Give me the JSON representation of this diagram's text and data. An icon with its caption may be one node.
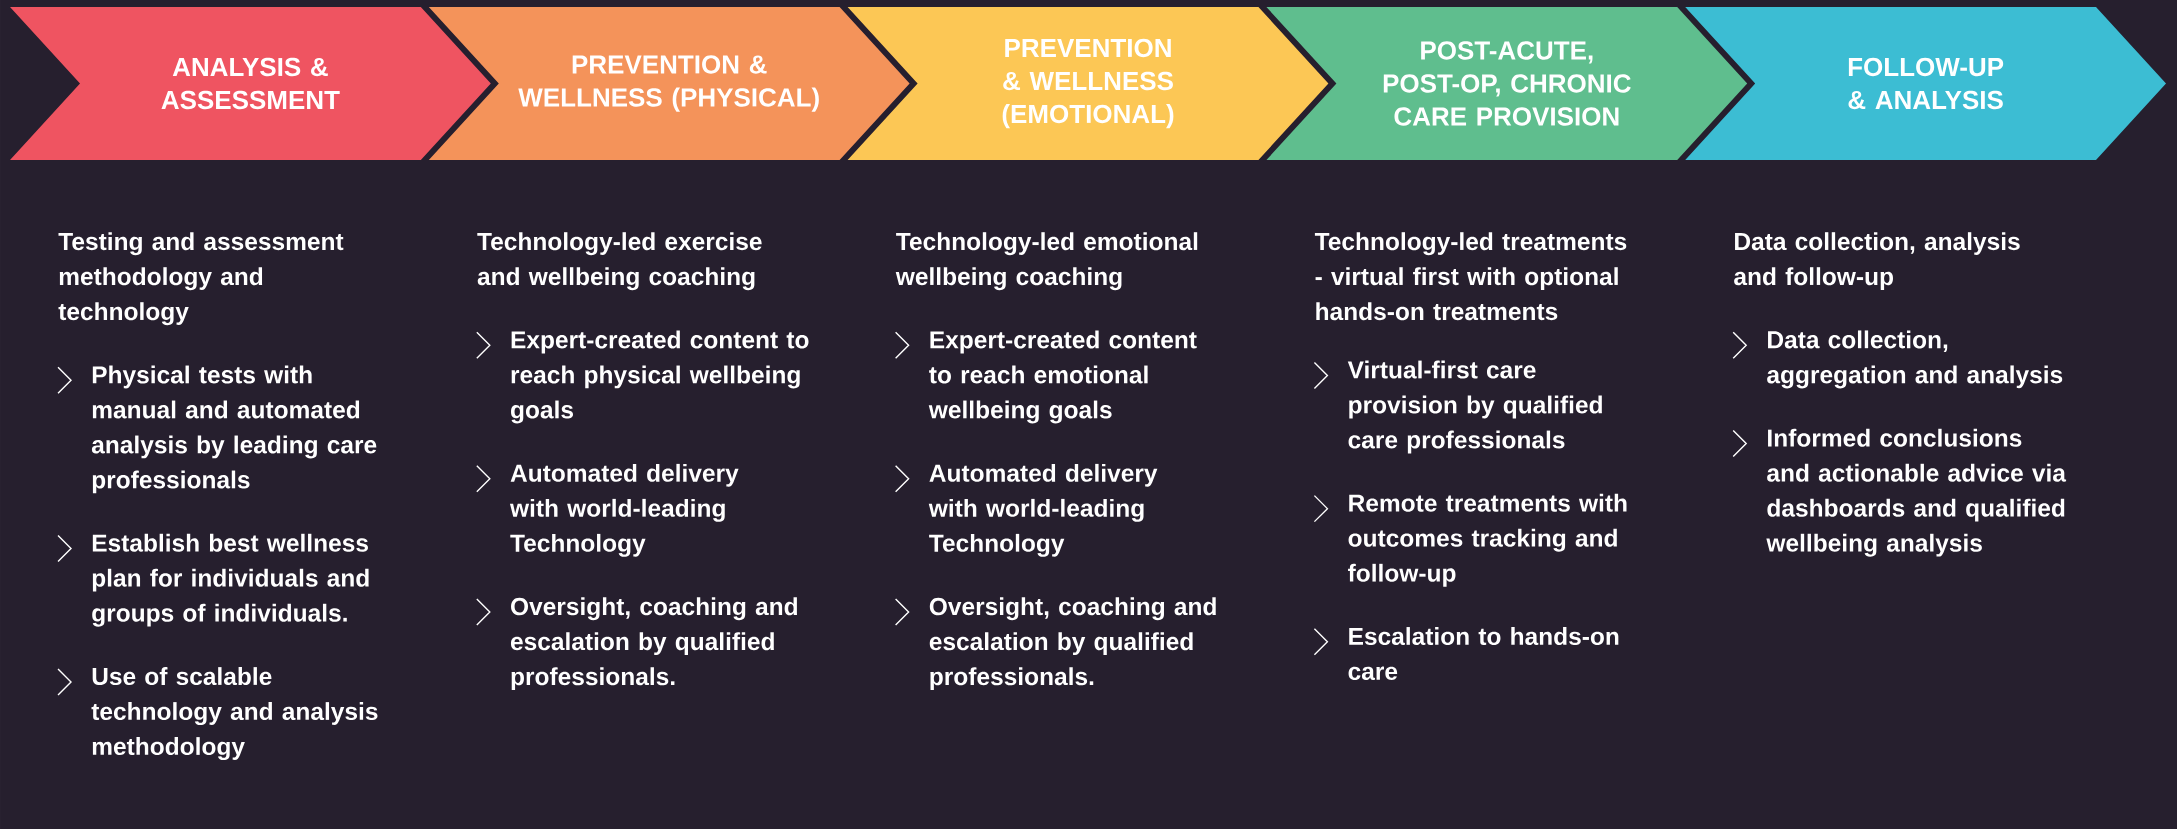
{
  "diagram": {
    "nodes": [
      {
        "text": [
          "ANALYSIS & ASSESSMENT"
        ],
        "beside": [
          "Testing and assessment methodology and technology",
          "Physical tests with manual and automated analysis by leading care professionals",
          "Establish best wellness plan for individuals and groups of individuals.",
          "Use of scalable technology and analysis methodology"
        ]
      },
      {
        "text": [
          "PREVENTION & WELLNESS (PHYSICAL)"
        ],
        "beside": [
          "Technology-led exercise and wellbeing coaching",
          "Expert-created content to reach physical wellbeing goals",
          "Automated delivery with world-leading Technology",
          "Oversight, coaching and escalation by qualified professionals."
        ]
      },
      {
        "text": [
          "PREVENTION & WELLNESS (EMOTIONAL)"
        ],
        "beside": [
          "Technology-led emotional wellbeing coaching",
          "Expert-created content to reach emotional wellbeing goals",
          "Automated delivery with world-leading Technology",
          "Oversight, coaching and escalation by qualified professionals."
        ]
      },
      {
        "text": [
          "POST-ACUTE, POST-OP, CHRONIC CARE PROVISION"
        ],
        "beside": [
          "Technology-led treatments - virtual first with optional hands-on treatments",
          "Virtual-first care provision by qualified care professionals",
          "Remote treatments with outcomes tracking and follow-up",
          "Escalation to hands-on care"
        ]
      },
      {
        "text": [
          "FOLLOW-UP & ANALYSIS"
        ],
        "beside": [
          "Data collection, analysis and follow-up",
          "Data collection, aggregation and analysis",
          "Informed conclusions and actionable advice via dashboards and qualified wellbeing analysis"
        ]
      }
    ]
  }
}
